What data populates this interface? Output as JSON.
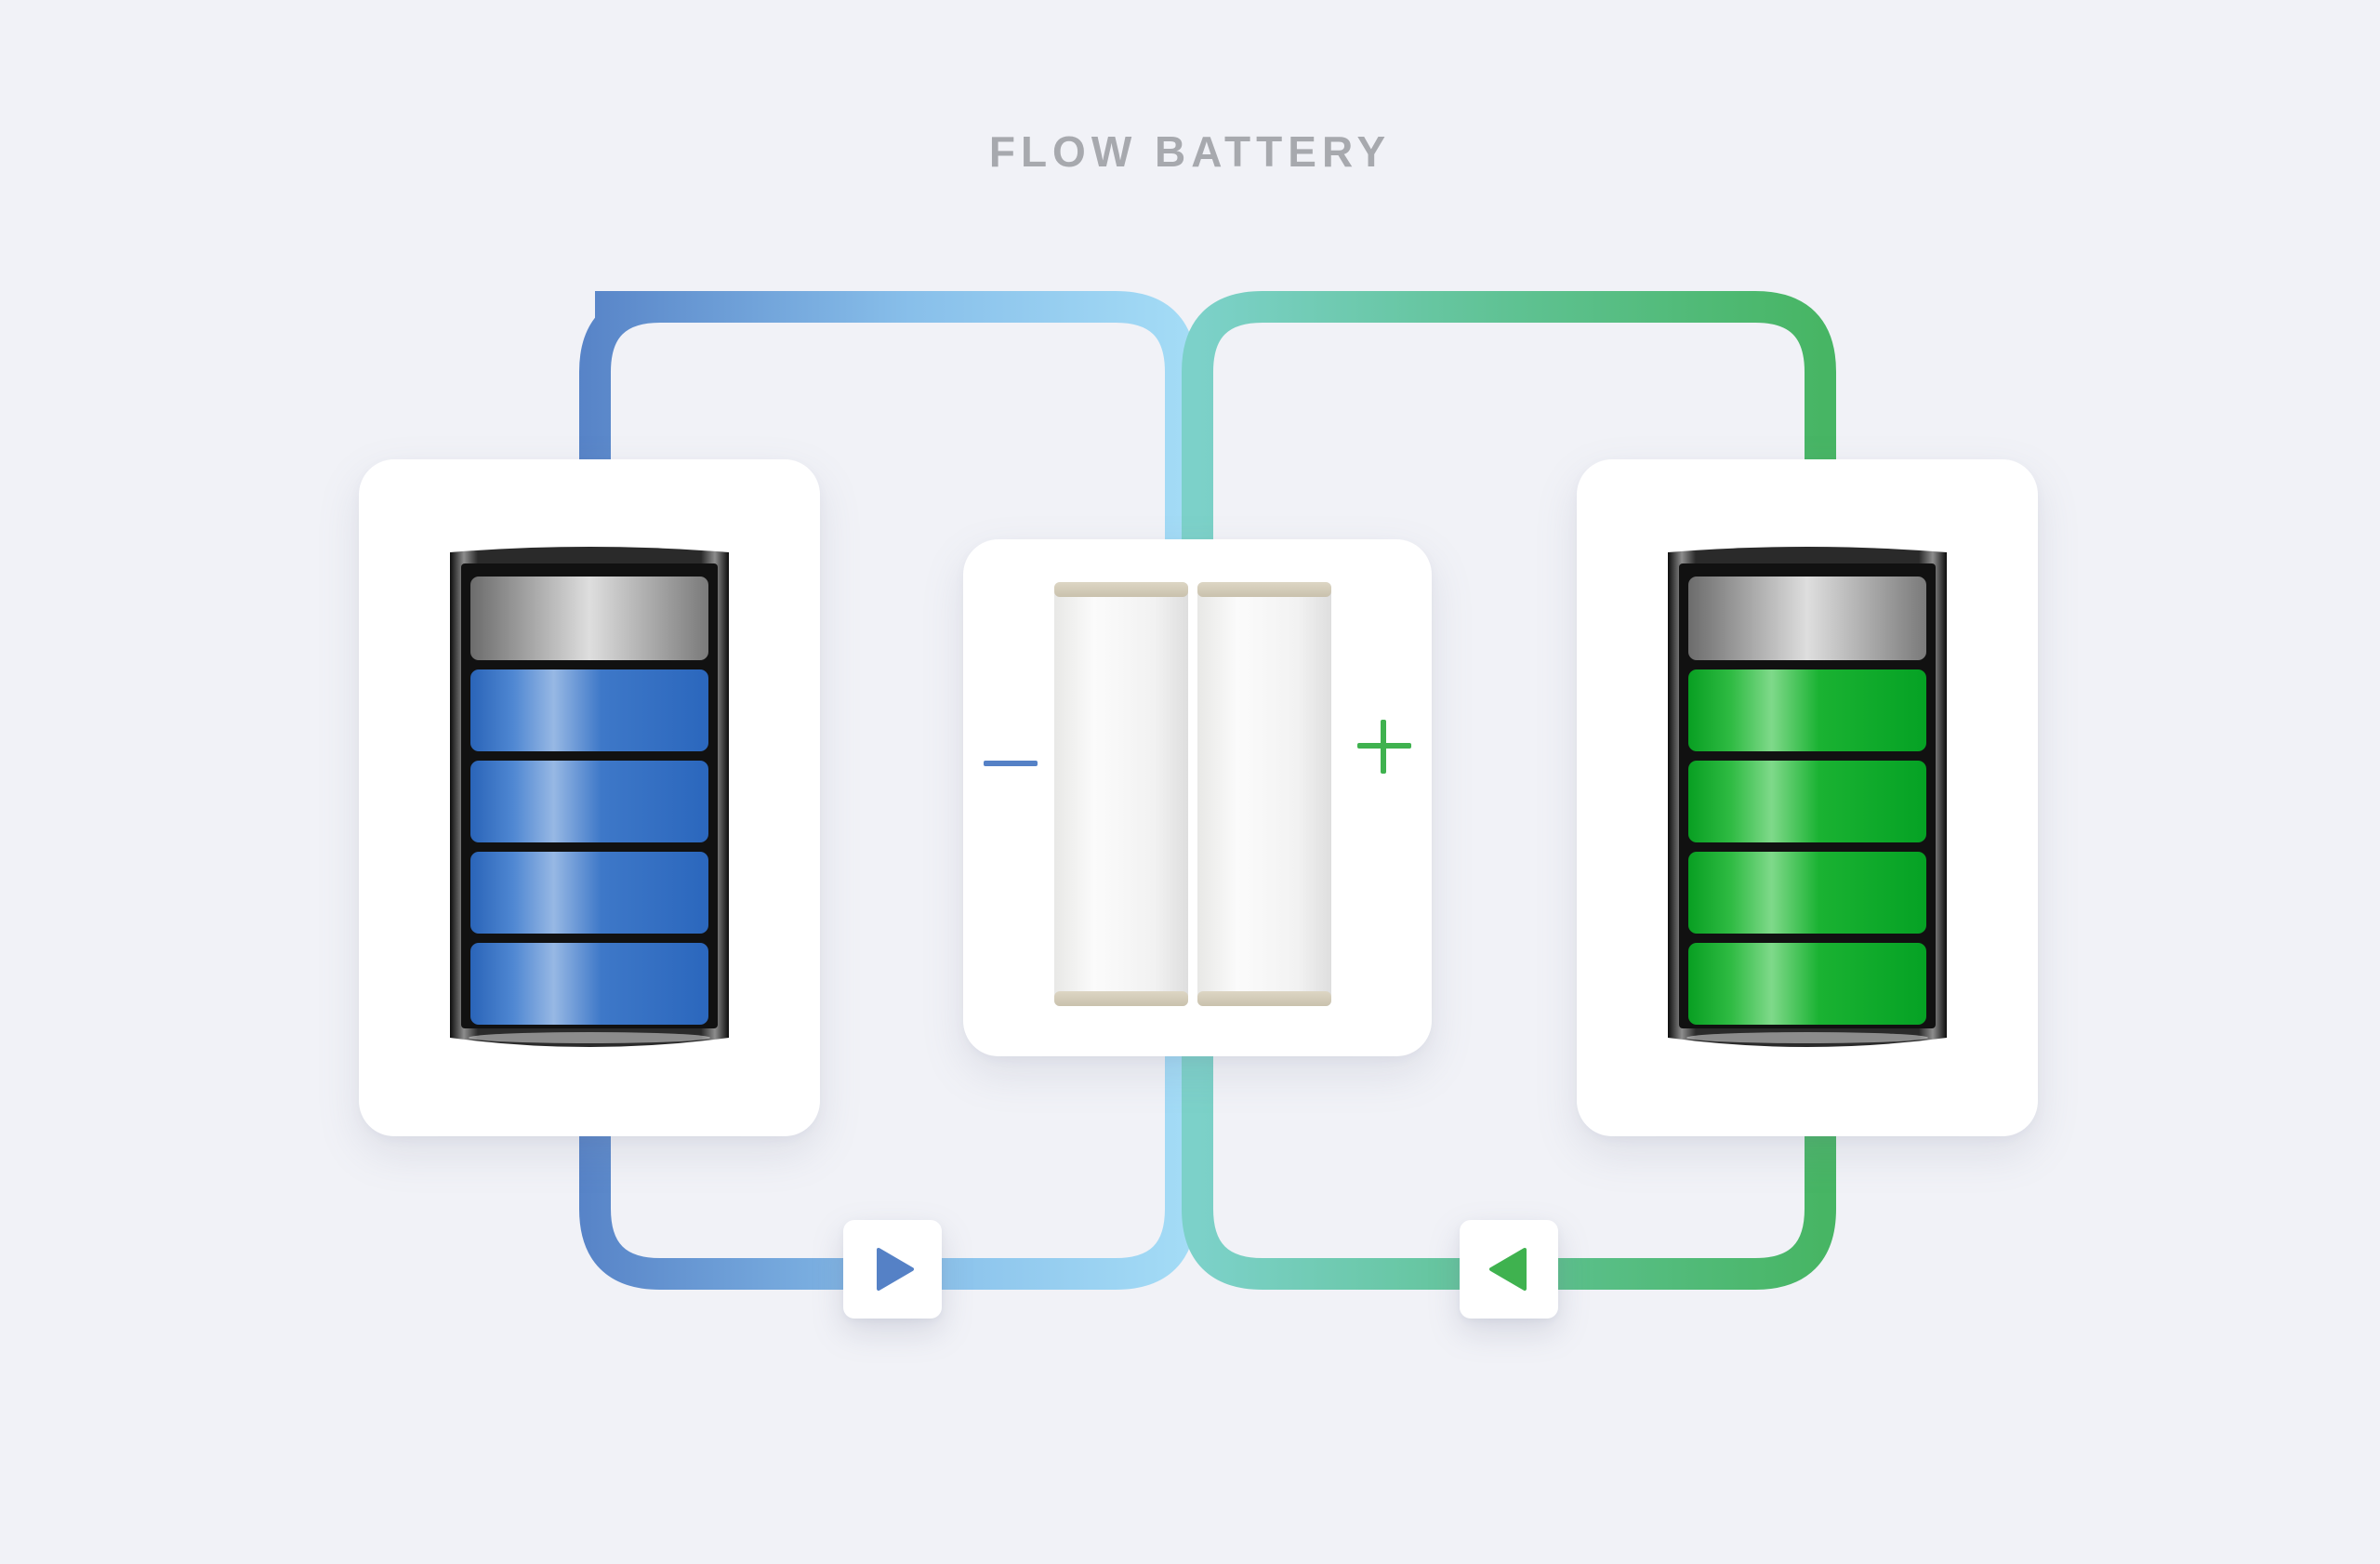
{
  "title": "FLOW BATTERY",
  "colors": {
    "background": "#f1f2f7",
    "negative_loop_start": "#5581c6",
    "negative_loop_end": "#a4dcf6",
    "positive_loop_start": "#7cd1c9",
    "positive_loop_end": "#47b564",
    "negative_electrolyte": "#2e6cc0",
    "positive_electrolyte": "#07a326",
    "minus_sign": "#5581c6",
    "plus_sign": "#3fb24f"
  },
  "left_tank": {
    "electrolyte": "negative",
    "fill_segments": 4,
    "total_segments": 5
  },
  "right_tank": {
    "electrolyte": "positive",
    "fill_segments": 4,
    "total_segments": 5
  },
  "cell": {
    "minus_icon": "minus-icon",
    "plus_icon": "plus-icon"
  },
  "pumps": [
    {
      "icon": "play-right-icon",
      "direction": "right"
    },
    {
      "icon": "play-left-icon",
      "direction": "left"
    }
  ]
}
